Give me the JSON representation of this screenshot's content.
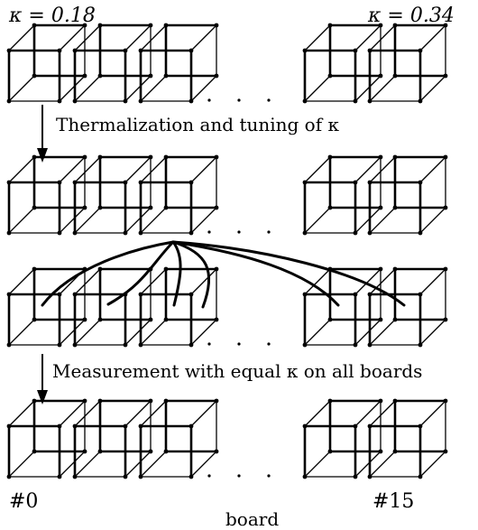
{
  "labels": {
    "kappa_left": "κ = 0.18",
    "kappa_right": "κ = 0.34",
    "step1": "Thermalization and tuning of κ",
    "step2": "Measurement with equal κ on all boards",
    "first_board": "#0",
    "last_board": "#15",
    "axis": "board"
  },
  "rows": [
    {
      "name": "row-initial"
    },
    {
      "name": "row-tuned"
    },
    {
      "name": "row-linked"
    },
    {
      "name": "row-measured"
    }
  ],
  "cubes_per_row": 5
}
